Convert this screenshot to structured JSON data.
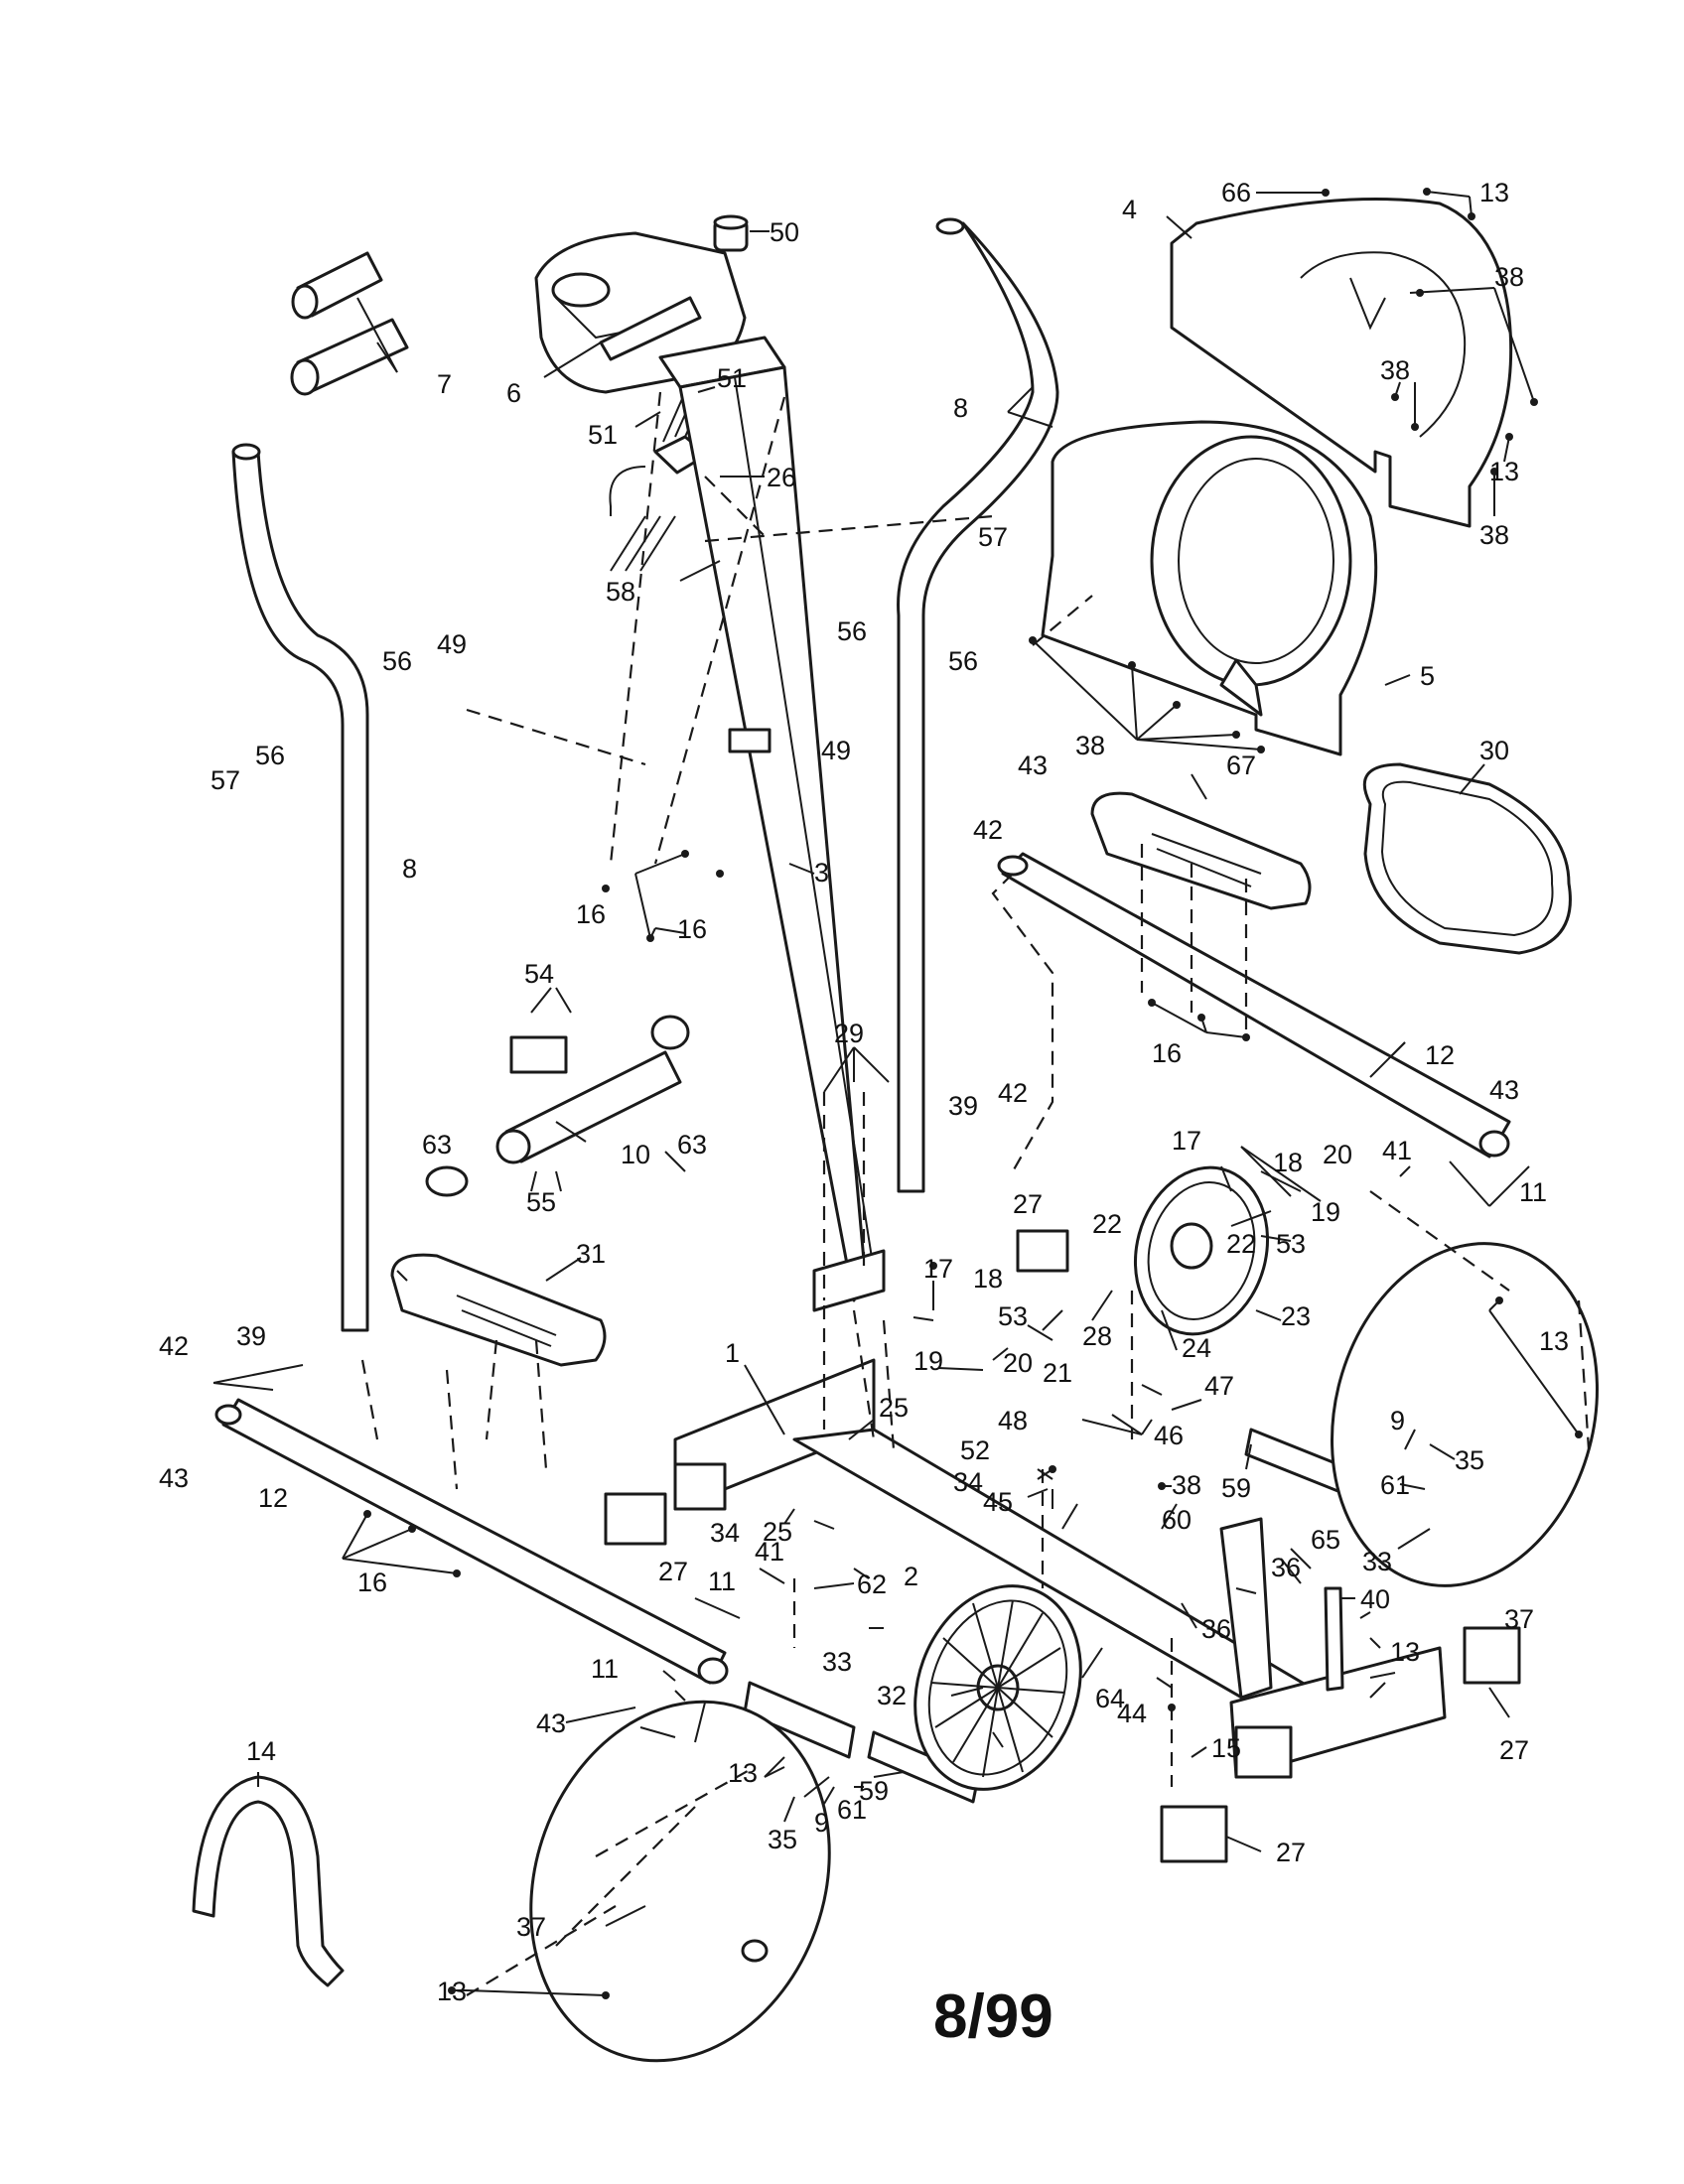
{
  "drawing": {
    "page_number": "8/99",
    "callouts": [
      {
        "id": "c66",
        "text": "66"
      },
      {
        "id": "c13a",
        "text": "13"
      },
      {
        "id": "c4",
        "text": "4"
      },
      {
        "id": "c38a",
        "text": "38"
      },
      {
        "id": "c38b",
        "text": "38"
      },
      {
        "id": "c13b",
        "text": "13"
      },
      {
        "id": "c38c",
        "text": "38"
      },
      {
        "id": "c50",
        "text": "50"
      },
      {
        "id": "c6",
        "text": "6"
      },
      {
        "id": "c7",
        "text": "7"
      },
      {
        "id": "c51a",
        "text": "51"
      },
      {
        "id": "c51b",
        "text": "51"
      },
      {
        "id": "c26",
        "text": "26"
      },
      {
        "id": "c58",
        "text": "58"
      },
      {
        "id": "c8a",
        "text": "8"
      },
      {
        "id": "c57a",
        "text": "57"
      },
      {
        "id": "c56a",
        "text": "56"
      },
      {
        "id": "c56b",
        "text": "56"
      },
      {
        "id": "c49a",
        "text": "49"
      },
      {
        "id": "c5",
        "text": "5"
      },
      {
        "id": "c38d",
        "text": "38"
      },
      {
        "id": "c30",
        "text": "30"
      },
      {
        "id": "c56c",
        "text": "56"
      },
      {
        "id": "c49b",
        "text": "49"
      },
      {
        "id": "c56d",
        "text": "56"
      },
      {
        "id": "c57b",
        "text": "57"
      },
      {
        "id": "c3",
        "text": "3"
      },
      {
        "id": "c8b",
        "text": "8"
      },
      {
        "id": "c43a",
        "text": "43"
      },
      {
        "id": "c67",
        "text": "67"
      },
      {
        "id": "c42a",
        "text": "42"
      },
      {
        "id": "c16a",
        "text": "16"
      },
      {
        "id": "c16b",
        "text": "16"
      },
      {
        "id": "c54",
        "text": "54"
      },
      {
        "id": "c29",
        "text": "29"
      },
      {
        "id": "c12a",
        "text": "12"
      },
      {
        "id": "c16c",
        "text": "16"
      },
      {
        "id": "c43b",
        "text": "43"
      },
      {
        "id": "c63a",
        "text": "63"
      },
      {
        "id": "c63b",
        "text": "63"
      },
      {
        "id": "c10",
        "text": "10"
      },
      {
        "id": "c39a",
        "text": "39"
      },
      {
        "id": "c42b",
        "text": "42"
      },
      {
        "id": "c17a",
        "text": "17"
      },
      {
        "id": "c18a",
        "text": "18"
      },
      {
        "id": "c20a",
        "text": "20"
      },
      {
        "id": "c41a",
        "text": "41"
      },
      {
        "id": "c11a",
        "text": "11"
      },
      {
        "id": "c55",
        "text": "55"
      },
      {
        "id": "c19a",
        "text": "19"
      },
      {
        "id": "c53a",
        "text": "53"
      },
      {
        "id": "c22a",
        "text": "22"
      },
      {
        "id": "c27a",
        "text": "27"
      },
      {
        "id": "c22b",
        "text": "22"
      },
      {
        "id": "c31",
        "text": "31"
      },
      {
        "id": "c17b",
        "text": "17"
      },
      {
        "id": "c18b",
        "text": "18"
      },
      {
        "id": "c53b",
        "text": "53"
      },
      {
        "id": "c23",
        "text": "23"
      },
      {
        "id": "c24",
        "text": "24"
      },
      {
        "id": "c13c",
        "text": "13"
      },
      {
        "id": "c39b",
        "text": "39"
      },
      {
        "id": "c42c",
        "text": "42"
      },
      {
        "id": "c1",
        "text": "1"
      },
      {
        "id": "c19b",
        "text": "19"
      },
      {
        "id": "c20b",
        "text": "20"
      },
      {
        "id": "c21",
        "text": "21"
      },
      {
        "id": "c28",
        "text": "28"
      },
      {
        "id": "c47",
        "text": "47"
      },
      {
        "id": "c25a",
        "text": "25"
      },
      {
        "id": "c46",
        "text": "46"
      },
      {
        "id": "c9a",
        "text": "9"
      },
      {
        "id": "c35a",
        "text": "35"
      },
      {
        "id": "c43c",
        "text": "43"
      },
      {
        "id": "c12b",
        "text": "12"
      },
      {
        "id": "c48",
        "text": "48"
      },
      {
        "id": "c52",
        "text": "52"
      },
      {
        "id": "c61a",
        "text": "61"
      },
      {
        "id": "c34a",
        "text": "34"
      },
      {
        "id": "c38e",
        "text": "38"
      },
      {
        "id": "c59a",
        "text": "59"
      },
      {
        "id": "c34b",
        "text": "34"
      },
      {
        "id": "c25b",
        "text": "25"
      },
      {
        "id": "c45",
        "text": "45"
      },
      {
        "id": "c60",
        "text": "60"
      },
      {
        "id": "c65",
        "text": "65"
      },
      {
        "id": "c33a",
        "text": "33"
      },
      {
        "id": "c27b",
        "text": "27"
      },
      {
        "id": "c2",
        "text": "2"
      },
      {
        "id": "c36a",
        "text": "36"
      },
      {
        "id": "c16d",
        "text": "16"
      },
      {
        "id": "c11b",
        "text": "11"
      },
      {
        "id": "c41b",
        "text": "41"
      },
      {
        "id": "c62",
        "text": "62"
      },
      {
        "id": "c36b",
        "text": "36"
      },
      {
        "id": "c37a",
        "text": "37"
      },
      {
        "id": "c40",
        "text": "40"
      },
      {
        "id": "c11c",
        "text": "11"
      },
      {
        "id": "c33b",
        "text": "33"
      },
      {
        "id": "c32",
        "text": "32"
      },
      {
        "id": "c64",
        "text": "64"
      },
      {
        "id": "c13d",
        "text": "13"
      },
      {
        "id": "c27c",
        "text": "27"
      },
      {
        "id": "c43d",
        "text": "43"
      },
      {
        "id": "c44",
        "text": "44"
      },
      {
        "id": "c15",
        "text": "15"
      },
      {
        "id": "c13e",
        "text": "13"
      },
      {
        "id": "c59b",
        "text": "59"
      },
      {
        "id": "c14",
        "text": "14"
      },
      {
        "id": "c35b",
        "text": "35"
      },
      {
        "id": "c9b",
        "text": "9"
      },
      {
        "id": "c61b",
        "text": "61"
      },
      {
        "id": "c27d",
        "text": "27"
      },
      {
        "id": "c37b",
        "text": "37"
      },
      {
        "id": "c13f",
        "text": "13"
      }
    ]
  }
}
